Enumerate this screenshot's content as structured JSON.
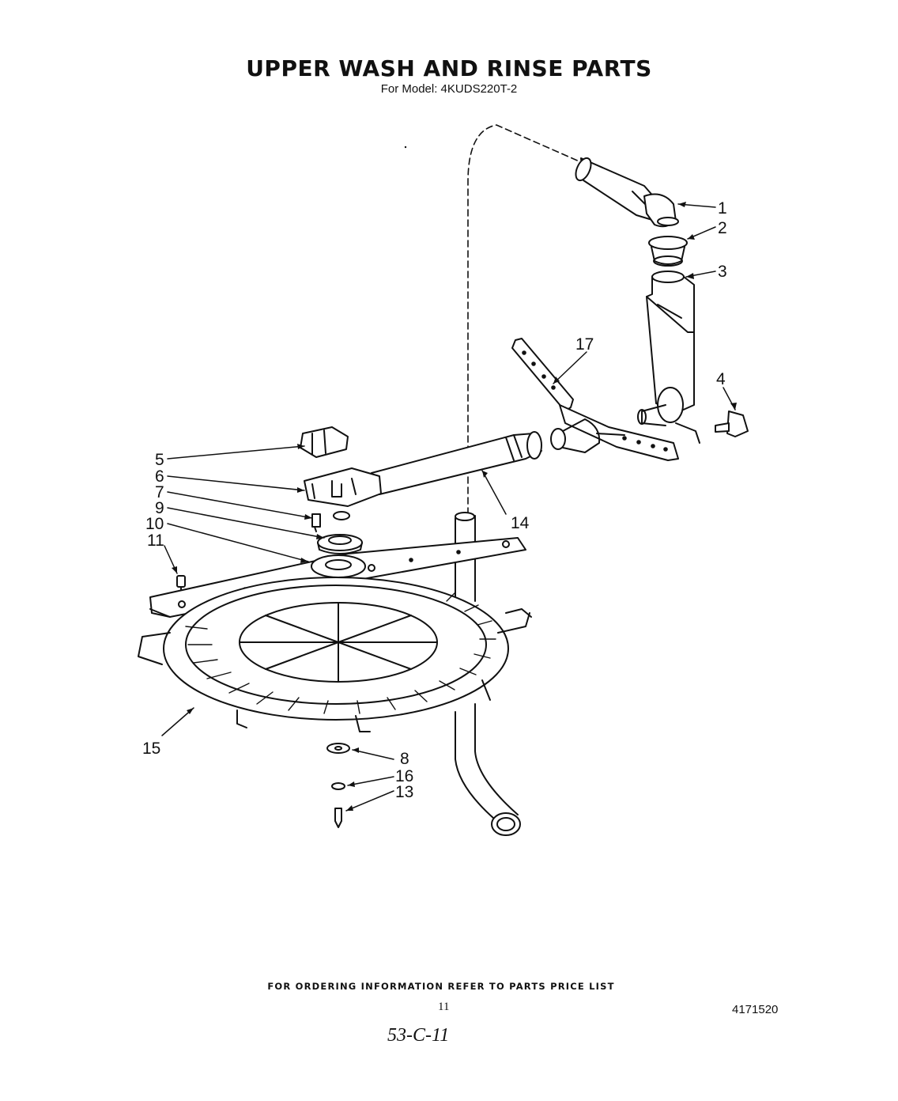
{
  "header": {
    "title": "UPPER WASH AND RINSE PARTS",
    "subtitle": "For Model: 4KUDS220T-2"
  },
  "callouts": [
    "1",
    "2",
    "3",
    "4",
    "5",
    "6",
    "7",
    "9",
    "10",
    "11",
    "14",
    "15",
    "8",
    "16",
    "13",
    "17"
  ],
  "footer": {
    "ordering_info": "FOR ORDERING INFORMATION REFER TO PARTS PRICE LIST",
    "page_number": "11",
    "document_number": "4171520",
    "handwritten_note": "53-C-11"
  }
}
